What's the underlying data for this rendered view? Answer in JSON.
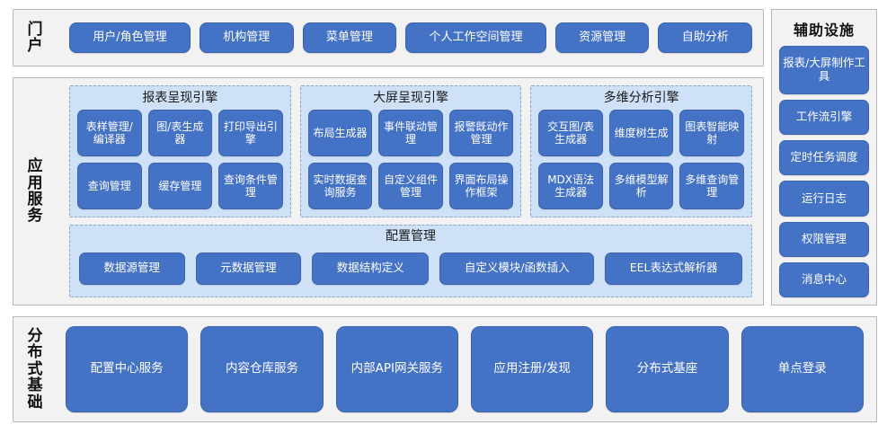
{
  "portal": {
    "section_label": "门户",
    "items": [
      {
        "label": "用户/角色管理"
      },
      {
        "label": "机构管理"
      },
      {
        "label": "菜单管理"
      },
      {
        "label": "个人工作空间管理"
      },
      {
        "label": "资源管理"
      },
      {
        "label": "自助分析"
      }
    ]
  },
  "app_service": {
    "section_label": "应用服务",
    "engines": [
      {
        "title": "报表呈现引擎",
        "items": [
          {
            "label": "表样管理/编译器"
          },
          {
            "label": "图/表生成器"
          },
          {
            "label": "打印导出引擎"
          },
          {
            "label": "查询管理"
          },
          {
            "label": "缓存管理"
          },
          {
            "label": "查询条件管理"
          }
        ]
      },
      {
        "title": "大屏呈现引擎",
        "items": [
          {
            "label": "布局生成器"
          },
          {
            "label": "事件联动管理"
          },
          {
            "label": "报警既动作管理"
          },
          {
            "label": "实时数据查询服务"
          },
          {
            "label": "自定义组件管理"
          },
          {
            "label": "界面布局操作框架"
          }
        ]
      },
      {
        "title": "多维分析引擎",
        "items": [
          {
            "label": "交互图/表生成器"
          },
          {
            "label": "维度树生成"
          },
          {
            "label": "图表智能映射"
          },
          {
            "label": "MDX语法生成器"
          },
          {
            "label": "多维模型解析"
          },
          {
            "label": "多维查询管理"
          }
        ]
      }
    ],
    "config": {
      "title": "配置管理",
      "items": [
        {
          "label": "数据源管理"
        },
        {
          "label": "元数据管理"
        },
        {
          "label": "数据结构定义"
        },
        {
          "label": "自定义模块/函数插入"
        },
        {
          "label": "EEL表达式解析器"
        }
      ]
    }
  },
  "auxiliary": {
    "title": "辅助设施",
    "items": [
      {
        "label": "报表/大屏制作工具"
      },
      {
        "label": "工作流引擎"
      },
      {
        "label": "定时任务调度"
      },
      {
        "label": "运行日志"
      },
      {
        "label": "权限管理"
      },
      {
        "label": "消息中心"
      }
    ]
  },
  "distributed": {
    "section_label": "分布式基础",
    "items": [
      {
        "label": "配置中心服务"
      },
      {
        "label": "内容仓库服务"
      },
      {
        "label": "内部API网关服务"
      },
      {
        "label": "应用注册/发现"
      },
      {
        "label": "分布式基座"
      },
      {
        "label": "单点登录"
      }
    ]
  },
  "colors": {
    "node_fill": "#4472c4",
    "node_border": "#3b64ad",
    "group_fill": "#cfe1f7",
    "group_border": "#8aa4c8",
    "panel_fill": "#f2f2f2",
    "panel_border": "#b8b8b8",
    "text_light": "#ffffff",
    "text_dark": "#111111"
  }
}
